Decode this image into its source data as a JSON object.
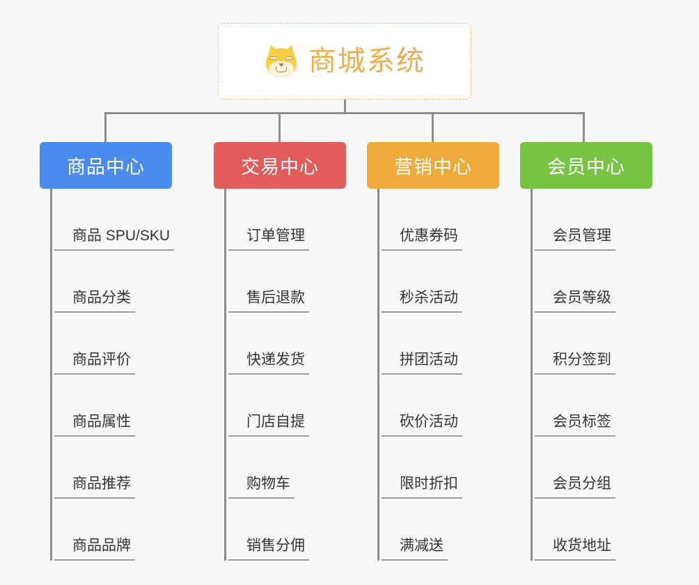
{
  "root": {
    "title": "商城系统",
    "icon": "shiba-dog-icon",
    "text_color": "#f0ad4e",
    "border_color": "#f0c070",
    "background": "#ffffff"
  },
  "canvas": {
    "background": "#f8f8f8",
    "connector_color": "#8c8c8c"
  },
  "columns": [
    {
      "id": "product-center",
      "label": "商品中心",
      "color": "#4a8bf0",
      "items": [
        "商品 SPU/SKU",
        "商品分类",
        "商品评价",
        "商品属性",
        "商品推荐",
        "商品品牌"
      ]
    },
    {
      "id": "trade-center",
      "label": "交易中心",
      "color": "#e25c5c",
      "items": [
        "订单管理",
        "售后退款",
        "快递发货",
        "门店自提",
        "购物车",
        "销售分佣"
      ]
    },
    {
      "id": "marketing-center",
      "label": "营销中心",
      "color": "#eeab3c",
      "items": [
        "优惠券码",
        "秒杀活动",
        "拼团活动",
        "砍价活动",
        "限时折扣",
        "满减送"
      ]
    },
    {
      "id": "member-center",
      "label": "会员中心",
      "color": "#77c344",
      "items": [
        "会员管理",
        "会员等级",
        "积分签到",
        "会员标签",
        "会员分组",
        "收货地址"
      ]
    }
  ]
}
